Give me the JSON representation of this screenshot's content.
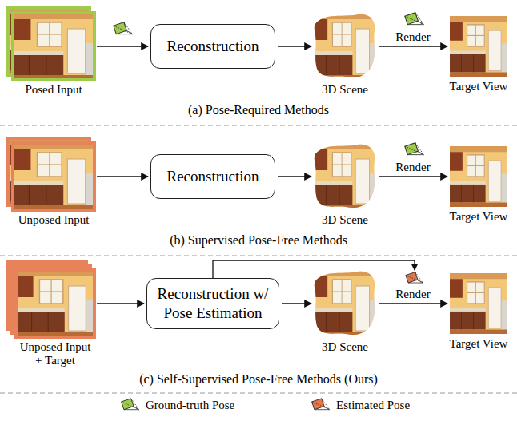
{
  "diagram": {
    "nodes": [
      {
        "text": [
          "Posed Input"
        ]
      },
      {
        "text": [
          "Reconstruction"
        ]
      },
      {
        "text": [
          "3D Scene"
        ]
      },
      {
        "text": [
          "Target View"
        ]
      },
      {
        "text": [
          "Unposed Input"
        ]
      },
      {
        "text": [
          "Reconstruction"
        ]
      },
      {
        "text": [
          "3D Scene"
        ]
      },
      {
        "text": [
          "Target View"
        ]
      },
      {
        "text": [
          "Unposed Input + Target"
        ]
      },
      {
        "text": [
          "Reconstruction w/ Pose Estimation"
        ]
      },
      {
        "text": [
          "3D Scene"
        ]
      },
      {
        "text": [
          "Target View"
        ]
      }
    ],
    "edges": [
      {
        "from": 0,
        "to": 1,
        "arrow": "to"
      },
      {
        "from": 1,
        "to": 2,
        "arrow": "to"
      },
      {
        "from": 2,
        "to": 3,
        "label": "Render",
        "arrow": "to"
      },
      {
        "from": 4,
        "to": 5,
        "arrow": "to"
      },
      {
        "from": 5,
        "to": 6,
        "arrow": "to"
      },
      {
        "from": 6,
        "to": 7,
        "label": "Render",
        "arrow": "to"
      },
      {
        "from": 8,
        "to": 9,
        "arrow": "to"
      },
      {
        "from": 9,
        "to": 10,
        "arrow": "to"
      },
      {
        "from": 10,
        "to": 11,
        "label": "Render",
        "arrow": "to"
      }
    ],
    "labels": [
      "(a) Pose-Required Methods",
      "(b) Supervised Pose-Free Methods",
      "(c) Self-Supervised Pose-Free Methods (Ours)"
    ],
    "legend": [
      {
        "text": "Ground-truth Pose"
      },
      {
        "text": "Estimated Pose"
      }
    ]
  }
}
